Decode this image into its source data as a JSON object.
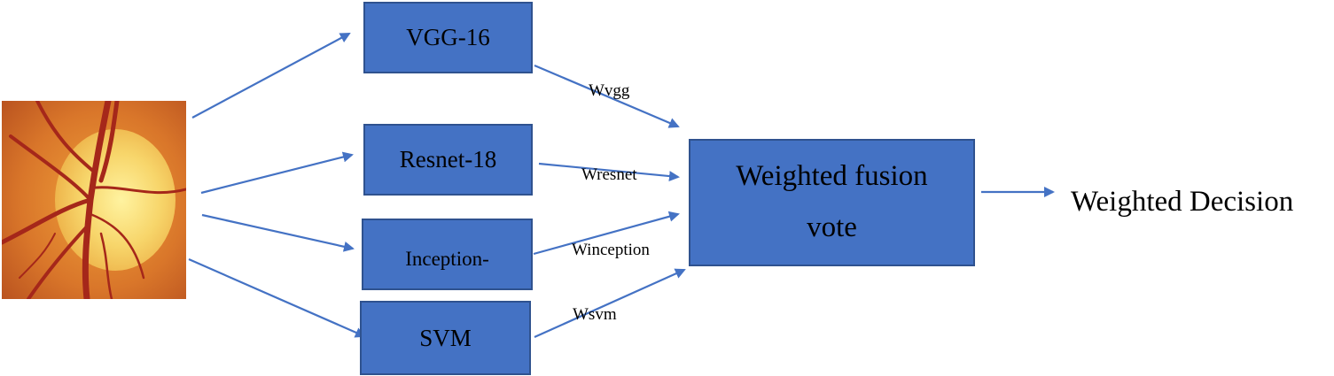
{
  "colors": {
    "box_fill": "#4472c4",
    "box_border": "#2f528f",
    "arrow": "#4472c4"
  },
  "input_image": {
    "icon": "retinal-fundus-image"
  },
  "models": {
    "vgg": "VGG-16",
    "resnet": "Resnet-18",
    "inception": "Inception-",
    "svm": "SVM"
  },
  "weights": {
    "vgg": "Wvgg",
    "resnet": "Wresnet",
    "inception": "Winception",
    "svm": "Wsvm"
  },
  "fusion": {
    "line1": "Weighted fusion",
    "line2": "vote"
  },
  "output": {
    "label": "Weighted Decision"
  }
}
